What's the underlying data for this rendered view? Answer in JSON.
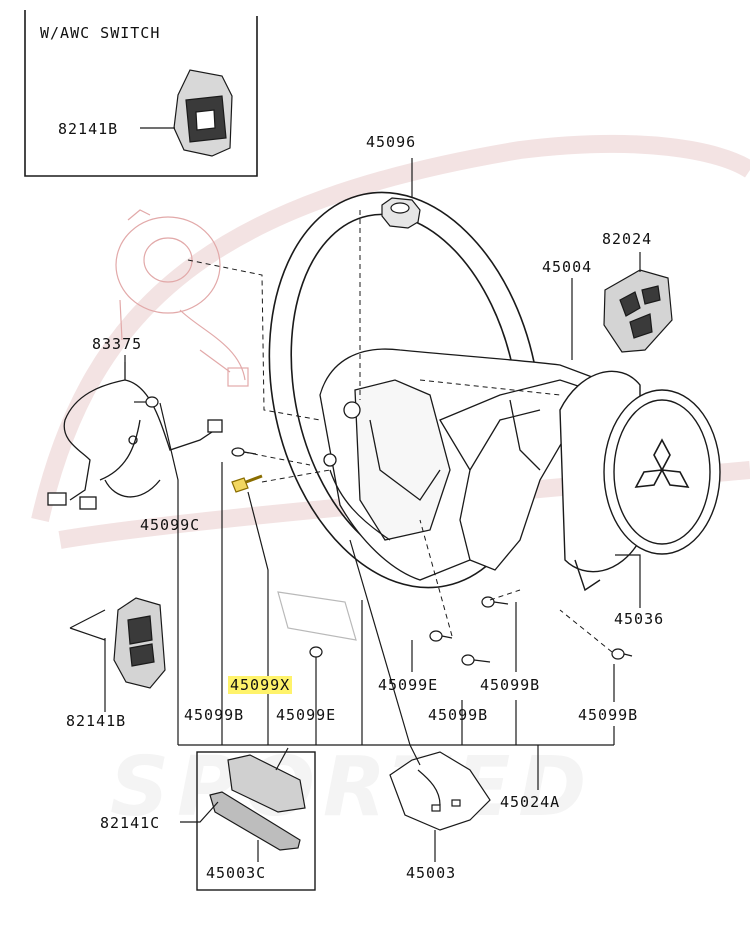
{
  "inset": {
    "title": "W/AWC SWITCH",
    "part": "82141B"
  },
  "watermark": {
    "text": "SPORTED"
  },
  "labels": {
    "p45096": "45096",
    "p82024": "82024",
    "p45004": "45004",
    "p83375": "83375",
    "p45099c": "45099C",
    "p45036": "45036",
    "p82141b": "82141B",
    "p45099x": "45099X",
    "p45099b_a": "45099B",
    "p45099e_a": "45099E",
    "p45099e_b": "45099E",
    "p45099b_b": "45099B",
    "p45099b_c": "45099B",
    "p45099b_d": "45099B",
    "p45024a": "45024A",
    "p82141c": "82141C",
    "p45003c": "45003C",
    "p45003": "45003"
  },
  "colors": {
    "line": "#1a1a1a",
    "ghost": "#e2a9a9",
    "highlight": "#fff36b",
    "watermark": "#f2f2f2",
    "part_highlight": "#f2d760"
  }
}
